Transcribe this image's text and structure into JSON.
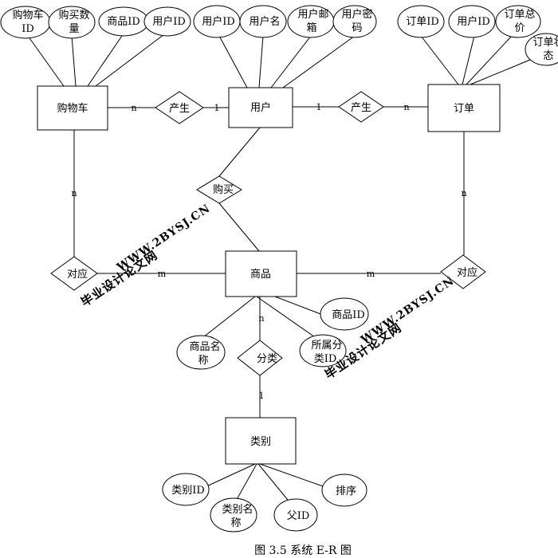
{
  "entities": {
    "cart": "购物车",
    "user": "用户",
    "order": "订单",
    "product": "商品",
    "category": "类别"
  },
  "relationships": {
    "cart_user": "产生",
    "user_order": "产生",
    "buy": "购买",
    "cart_product": "对应",
    "order_product": "对应",
    "classify": "分类"
  },
  "attributes": {
    "cart_id": [
      "购物车",
      "ID"
    ],
    "cart_qty": [
      "购买数",
      "量"
    ],
    "cart_product_id": [
      "商品ID"
    ],
    "cart_user_id": [
      "用户ID"
    ],
    "user_id": [
      "用户ID"
    ],
    "user_name": [
      "用户名"
    ],
    "user_email": [
      "用户邮",
      "箱"
    ],
    "user_pwd": [
      "用户密",
      "码"
    ],
    "order_id": [
      "订单ID"
    ],
    "order_user_id": [
      "用户ID"
    ],
    "order_total": [
      "订单总",
      "价"
    ],
    "order_status": [
      "订单状",
      "态"
    ],
    "product_id": [
      "商品ID"
    ],
    "product_name": [
      "商品名",
      "称"
    ],
    "product_cat": [
      "所属分",
      "类ID"
    ],
    "category_id": [
      "类别ID"
    ],
    "category_name": [
      "类别名",
      "称"
    ],
    "category_parent": [
      "父ID"
    ],
    "category_sort": [
      "排序"
    ]
  },
  "cardinality": {
    "cart_rel_left": "n",
    "cart_rel_right": "1",
    "user_rel_left": "1",
    "user_rel_right": "n",
    "cart_down": "n",
    "cart_prod": "m",
    "order_down": "n",
    "order_prod": "m",
    "product_down": "n",
    "category_up": "1"
  },
  "watermarks": [
    {
      "line1": "毕业设计论文网",
      "line2": "WWW.2BYSJ.CN"
    },
    {
      "line1": "毕业设计论文网",
      "line2": "WWW.2BYSJ.CN"
    }
  ],
  "caption": "图 3.5 系统 E-R 图"
}
